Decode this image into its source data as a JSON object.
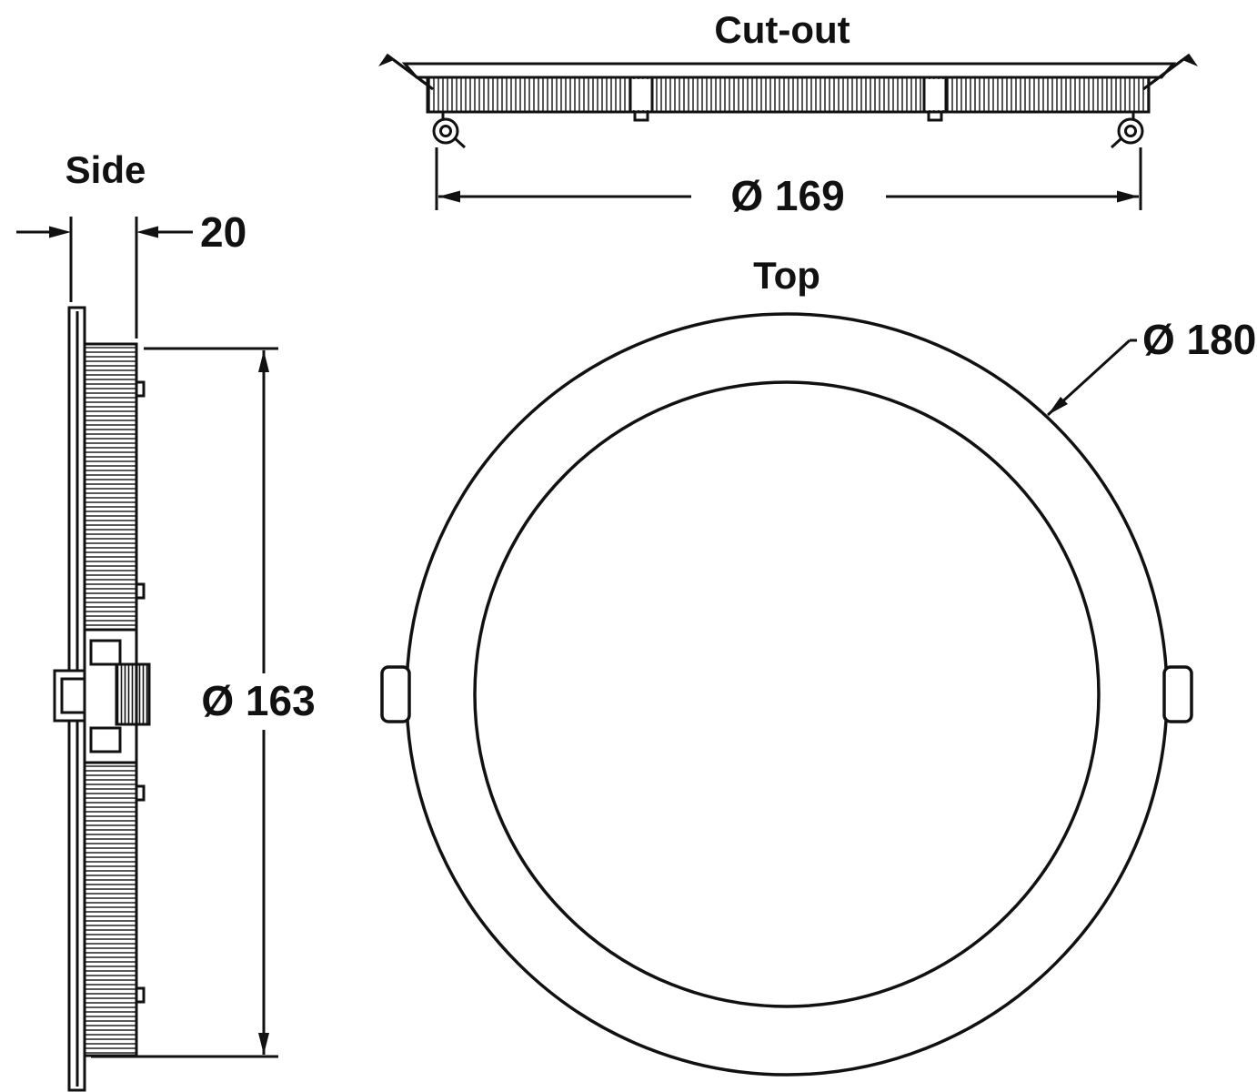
{
  "views": {
    "cutout": {
      "label": "Cut-out"
    },
    "side": {
      "label": "Side"
    },
    "top": {
      "label": "Top"
    }
  },
  "dimensions": {
    "cutout_diameter": "Ø 169",
    "outer_diameter": "Ø 180",
    "panel_diameter": "Ø 163",
    "depth": "20"
  },
  "colors": {
    "line": "#111111",
    "background": "#ffffff"
  }
}
